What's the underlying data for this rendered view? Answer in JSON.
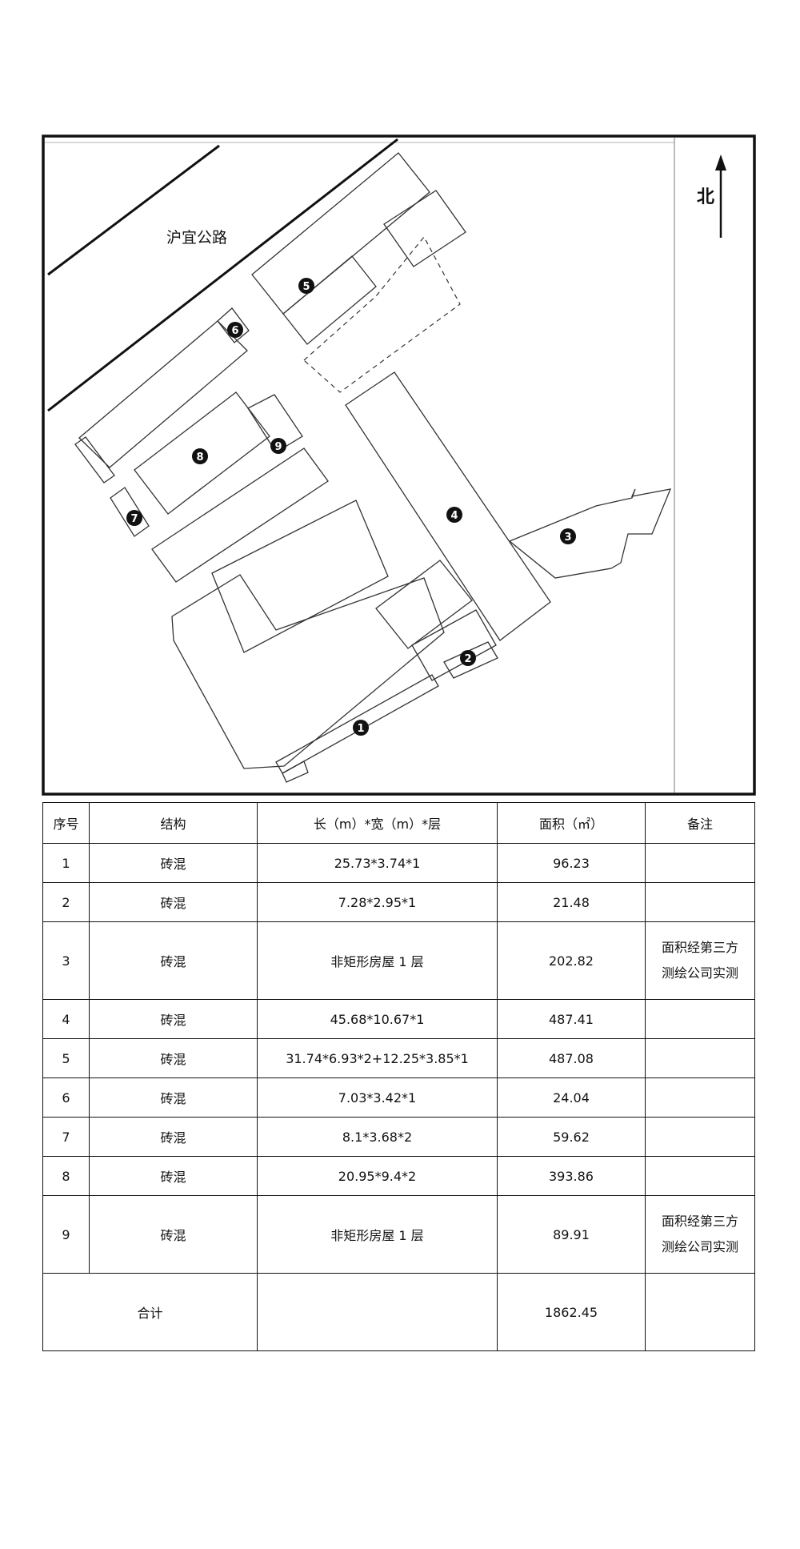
{
  "site_plan": {
    "road_label": "沪宜公路",
    "north_label": "北",
    "markers": [
      {
        "id": "1",
        "label": "1"
      },
      {
        "id": "2",
        "label": "2"
      },
      {
        "id": "3",
        "label": "3"
      },
      {
        "id": "4",
        "label": "4"
      },
      {
        "id": "5",
        "label": "5"
      },
      {
        "id": "6",
        "label": "6"
      },
      {
        "id": "7",
        "label": "7"
      },
      {
        "id": "8",
        "label": "8"
      },
      {
        "id": "9",
        "label": "9"
      }
    ]
  },
  "table": {
    "headers": {
      "index": "序号",
      "structure": "结构",
      "dimensions": "长（m）*宽（m）*层",
      "area": "面积（㎡）",
      "remarks": "备注"
    },
    "rows": [
      {
        "index": "1",
        "structure": "砖混",
        "dimensions": "25.73*3.74*1",
        "area": "96.23",
        "remarks": ""
      },
      {
        "index": "2",
        "structure": "砖混",
        "dimensions": "7.28*2.95*1",
        "area": "21.48",
        "remarks": ""
      },
      {
        "index": "3",
        "structure": "砖混",
        "dimensions": "非矩形房屋 1 层",
        "area": "202.82",
        "remarks_line1": "面积经第三方",
        "remarks_line2": "测绘公司实测"
      },
      {
        "index": "4",
        "structure": "砖混",
        "dimensions": "45.68*10.67*1",
        "area": "487.41",
        "remarks": ""
      },
      {
        "index": "5",
        "structure": "砖混",
        "dimensions": "31.74*6.93*2+12.25*3.85*1",
        "area": "487.08",
        "remarks": ""
      },
      {
        "index": "6",
        "structure": "砖混",
        "dimensions": "7.03*3.42*1",
        "area": "24.04",
        "remarks": ""
      },
      {
        "index": "7",
        "structure": "砖混",
        "dimensions": "8.1*3.68*2",
        "area": "59.62",
        "remarks": ""
      },
      {
        "index": "8",
        "structure": "砖混",
        "dimensions": "20.95*9.4*2",
        "area": "393.86",
        "remarks": ""
      },
      {
        "index": "9",
        "structure": "砖混",
        "dimensions": "非矩形房屋 1 层",
        "area": "89.91",
        "remarks_line1": "面积经第三方",
        "remarks_line2": "测绘公司实测"
      }
    ],
    "total": {
      "label": "合计",
      "dimensions": "",
      "area": "1862.45",
      "remarks": ""
    }
  }
}
